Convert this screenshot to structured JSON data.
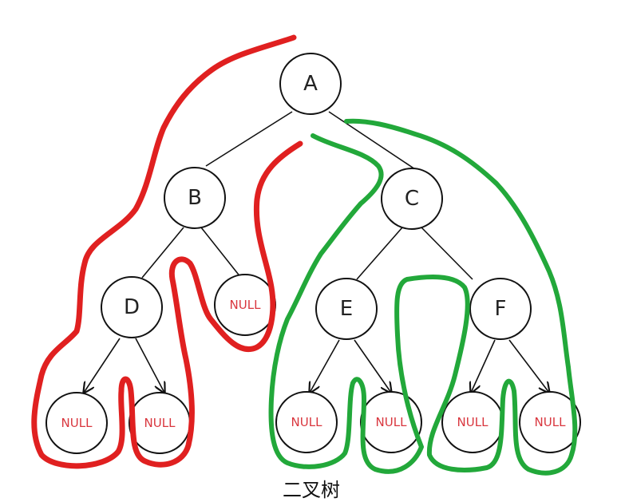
{
  "caption": "二叉树",
  "colors": {
    "node_stroke": "#111111",
    "null_text": "#d9363e",
    "left_traversal": "#e02020",
    "right_traversal": "#22a83a"
  },
  "nodes": {
    "A": "A",
    "B": "B",
    "C": "C",
    "D": "D",
    "E": "E",
    "F": "F",
    "null": "NULL"
  }
}
